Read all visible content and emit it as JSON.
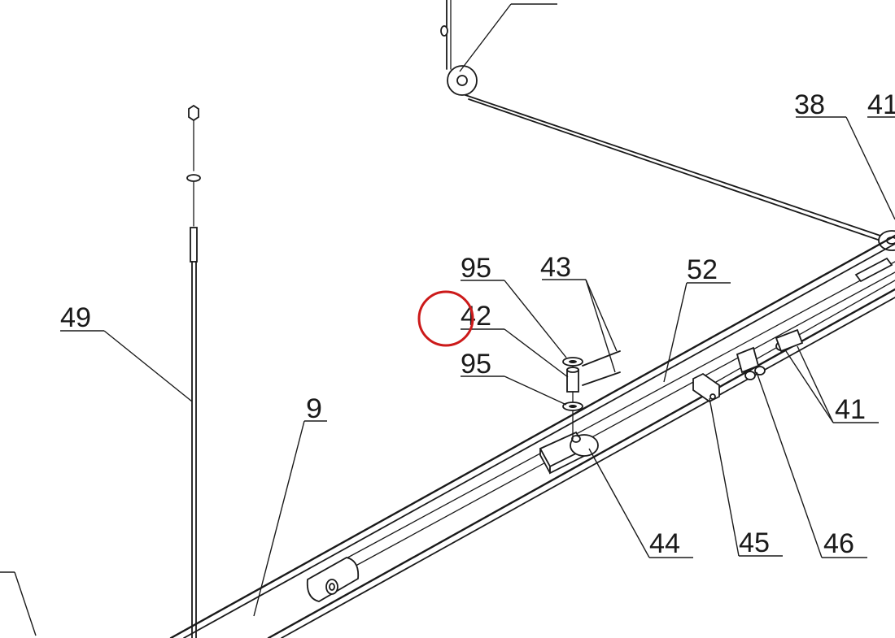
{
  "labels": {
    "l38": "38",
    "l41a": "41",
    "l41b": "41",
    "l95a": "95",
    "l43": "43",
    "l52": "52",
    "l42": "42",
    "l95b": "95",
    "l49": "49",
    "l9": "9",
    "l44": "44",
    "l45": "45",
    "l46": "46"
  },
  "colors": {
    "line": "#1a1a1a",
    "marker": "#cc1a1a",
    "background": "#ffffff"
  }
}
